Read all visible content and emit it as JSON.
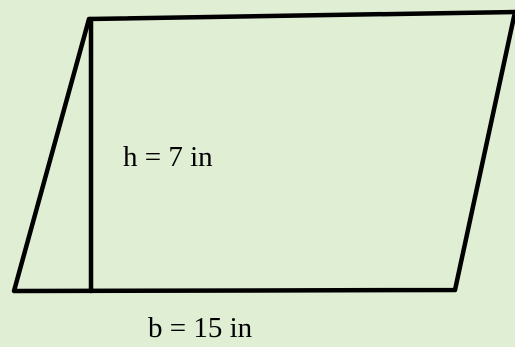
{
  "diagram": {
    "shape": "parallelogram",
    "height_label": "h = 7 in",
    "base_label": "b = 15 in",
    "colors": {
      "background": "#e0eed4",
      "stroke": "#000000"
    }
  }
}
